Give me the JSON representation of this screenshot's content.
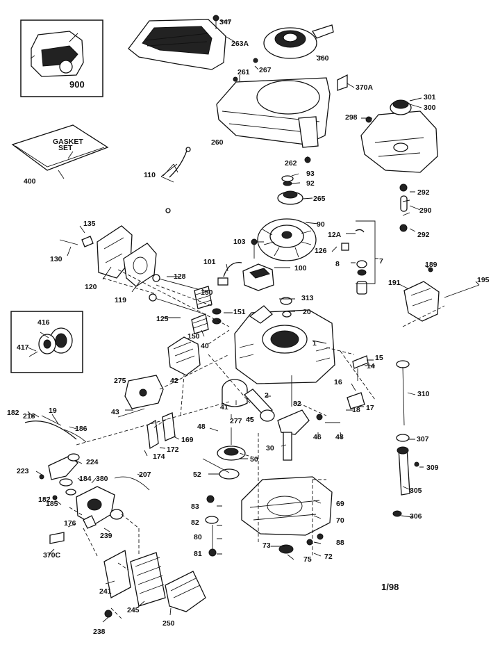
{
  "date_code": "1/98",
  "gasket_text": "GASKET SET",
  "labels": [
    "347",
    "263A",
    "360",
    "261",
    "267",
    "370A",
    "301",
    "300",
    "298",
    "260",
    "262",
    "93",
    "92",
    "265",
    "292",
    "290",
    "292",
    "110",
    "400",
    "135",
    "130",
    "120",
    "119",
    "90",
    "12A",
    "126",
    "8",
    "7",
    "103",
    "101",
    "100",
    "128",
    "150",
    "313",
    "20",
    "151",
    "189",
    "191",
    "195",
    "125",
    "150",
    "40",
    "1",
    "416",
    "417",
    "15",
    "14",
    "275",
    "42",
    "16",
    "17",
    "18",
    "310",
    "41",
    "2",
    "82",
    "277",
    "43",
    "45",
    "46",
    "48",
    "182",
    "218",
    "19",
    "186",
    "48",
    "30",
    "50",
    "169",
    "172",
    "174",
    "307",
    "309",
    "224",
    "52",
    "223",
    "184",
    "380",
    "207",
    "182",
    "185",
    "83",
    "305",
    "306",
    "69",
    "82",
    "70",
    "176",
    "239",
    "80",
    "73",
    "88",
    "370C",
    "75",
    "72",
    "81",
    "241",
    "245",
    "250",
    "238",
    "900"
  ]
}
